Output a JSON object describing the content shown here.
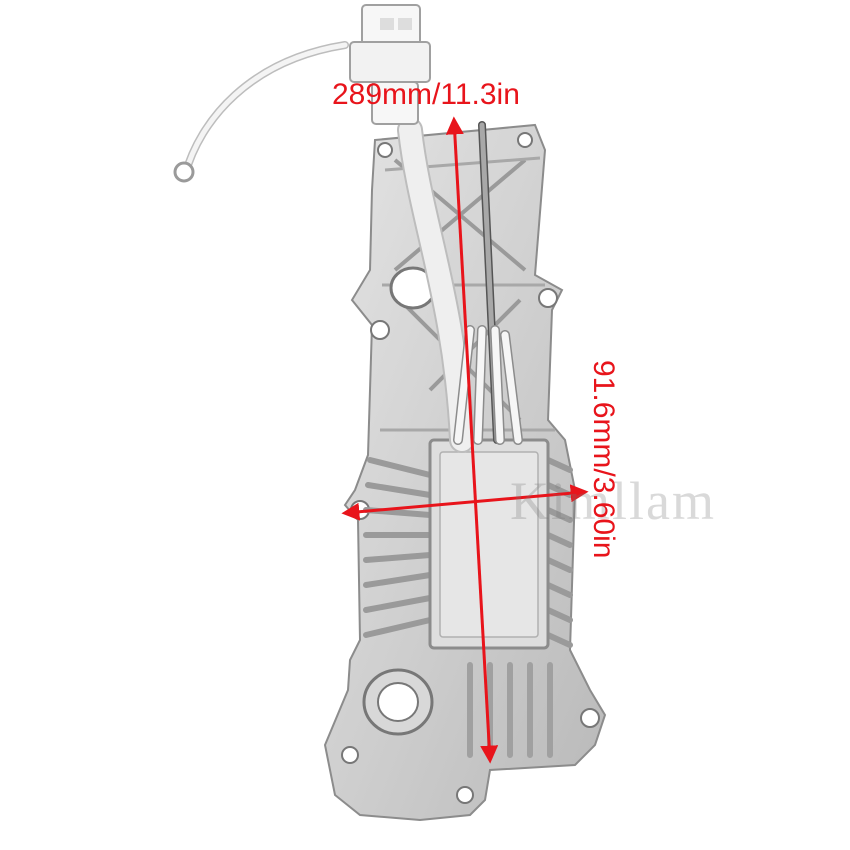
{
  "product_photo": {
    "subject": "voltage-regulator-rectifier",
    "colors": {
      "body": "#cfcfcf",
      "body_edge": "#8c8c8c",
      "wire": "#f2f2f2",
      "dimension_red": "#e8141b"
    }
  },
  "dimensions": {
    "length": "289mm/11.3in",
    "width": "91.6mm/3.60in"
  },
  "watermark": "Kimllam"
}
